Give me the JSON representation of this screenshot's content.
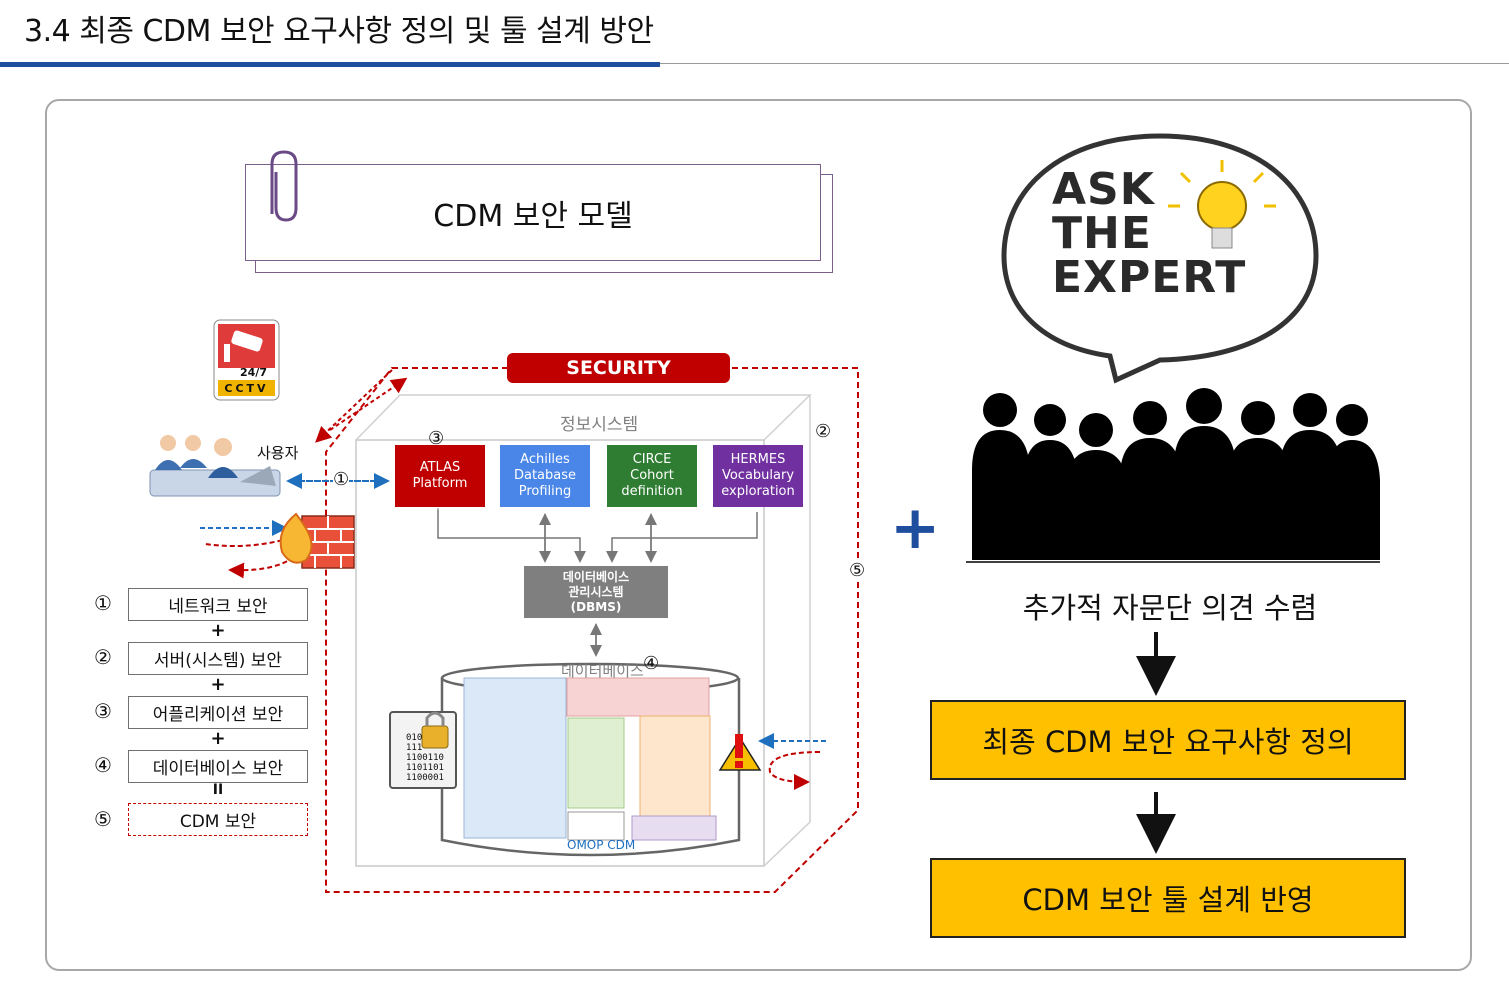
{
  "header": {
    "title": "3.4  최종 CDM 보안 요구사항 정의 및 툴 설계 방안"
  },
  "model": {
    "title": "CDM 보안 모델"
  },
  "diagram": {
    "security_label": "SECURITY",
    "system_label": "정보시스템",
    "user_label": "사용자",
    "cctv_time": "24/7",
    "cctv_text": "CCTV",
    "modules": [
      {
        "line1": "ATLAS",
        "line2": "Platform",
        "line3": "",
        "color": "#c00000"
      },
      {
        "line1": "Achilles",
        "line2": "Database",
        "line3": "Profiling",
        "color": "#4a86e8"
      },
      {
        "line1": "CIRCE",
        "line2": "Cohort",
        "line3": "definition",
        "color": "#2e7d32"
      },
      {
        "line1": "HERMES",
        "line2": "Vocabulary",
        "line3": "exploration",
        "color": "#7030a0"
      }
    ],
    "dbms": {
      "line1": "데이터베이스",
      "line2": "관리시스템",
      "line3": "(DBMS)"
    },
    "database_label": "데이터베이스",
    "omop_label": "OMOP CDM",
    "binary_lines": [
      "010",
      "111",
      "1100110",
      "1101101",
      "1100001"
    ],
    "markers": {
      "m1": "①",
      "m2": "②",
      "m3": "③",
      "m4": "④",
      "m5": "⑤"
    }
  },
  "legend": {
    "items": [
      {
        "num": "①",
        "label": "네트워크 보안"
      },
      {
        "num": "②",
        "label": "서버(시스템) 보안"
      },
      {
        "num": "③",
        "label": "어플리케이션 보안"
      },
      {
        "num": "④",
        "label": "데이터베이스 보안"
      },
      {
        "num": "⑤",
        "label": "CDM 보안"
      }
    ],
    "ops": [
      "+",
      "+",
      "+",
      "II"
    ]
  },
  "expert": {
    "bubble_lines": [
      "ASK",
      "THE",
      "EXPERT"
    ],
    "caption": "추가적 자문단 의견 수렴",
    "step1": "최종 CDM 보안 요구사항 정의",
    "step2": "CDM 보안 툴 설계 반영",
    "plus": "+"
  },
  "colors": {
    "accent_blue": "#1f4e9e",
    "security_red": "#c00000",
    "step_yellow": "#ffc000"
  }
}
